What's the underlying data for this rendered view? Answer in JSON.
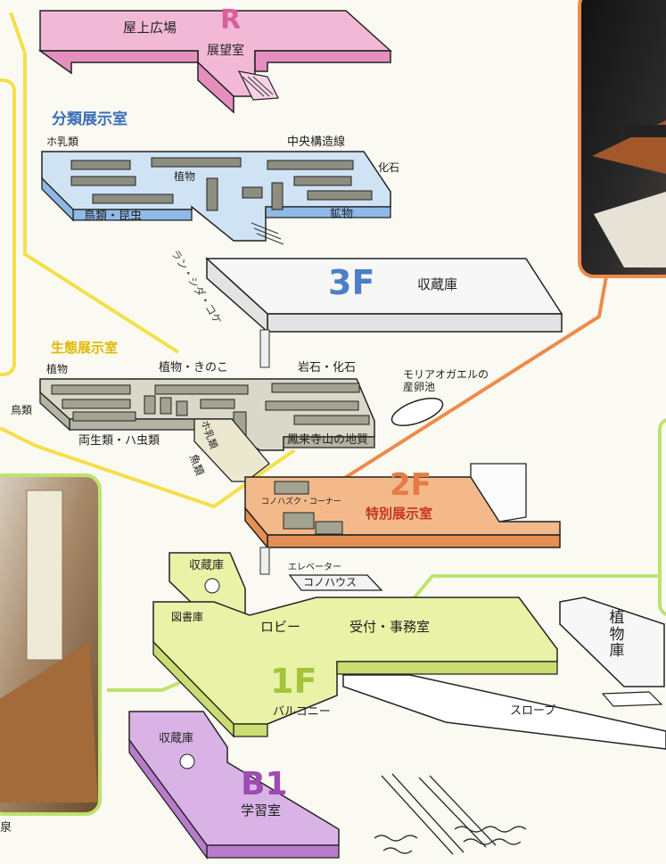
{
  "colors": {
    "rooftop": "#f2b9d6",
    "floor3": "#cfe3f5",
    "floor2": "#b3b4a2",
    "special": "#f3b98a",
    "floor1": "#e9f2a6",
    "basement": "#d9b3e6",
    "callout_yellow": "#f3e04a",
    "callout_orange": "#ee8a4c",
    "callout_green": "#bde36e",
    "floor_r": "#d8609c",
    "floor_3": "#4c7fc9",
    "floor_2": "#e57b45",
    "floor_1": "#a4c43c",
    "floor_b1": "#a04ab3"
  },
  "rooftop": {
    "floor": "R",
    "plaza": "屋上広場",
    "observatory": "展望室"
  },
  "floor3": {
    "floor": "3F",
    "section": "分類展示室",
    "labels": {
      "mammals": "ホ乳類",
      "central_line": "中央構造線",
      "fossils": "化石",
      "plants": "植物",
      "birds_insects": "鳥類・昆虫",
      "minerals": "鉱物",
      "ferns": "ラン・シダ・コケ"
    },
    "storage": "収蔵庫"
  },
  "floor2": {
    "floor": "2F",
    "section": "生態展示室",
    "labels": {
      "plants": "植物",
      "plants_mushrooms": "植物・きのこ",
      "rocks_fossils": "岩石・化石",
      "frog_pond": "モリアオガエルの\n産卵池",
      "birds": "鳥類",
      "amphibians_insects": "両生類・ハ虫類",
      "mammals": "ホ乳類",
      "geology": "鳳来寺山の地質",
      "fish": "魚類",
      "konohazuku_corner": "コノハズク・コーナー"
    },
    "special": "特別展示室"
  },
  "floor1": {
    "floor": "1F",
    "labels": {
      "storage": "収蔵庫",
      "elevator": "エレベーター",
      "konohaus": "コノハウス",
      "library": "図書庫",
      "lobby": "ロビー",
      "reception": "受付・事務室",
      "plant_storage": "植物庫",
      "balcony": "バルコニー",
      "slope": "スロープ"
    }
  },
  "basement": {
    "floor": "B1",
    "storage": "収蔵庫",
    "study_room": "学習室"
  },
  "edge_text": {
    "cut_label": "泉"
  }
}
